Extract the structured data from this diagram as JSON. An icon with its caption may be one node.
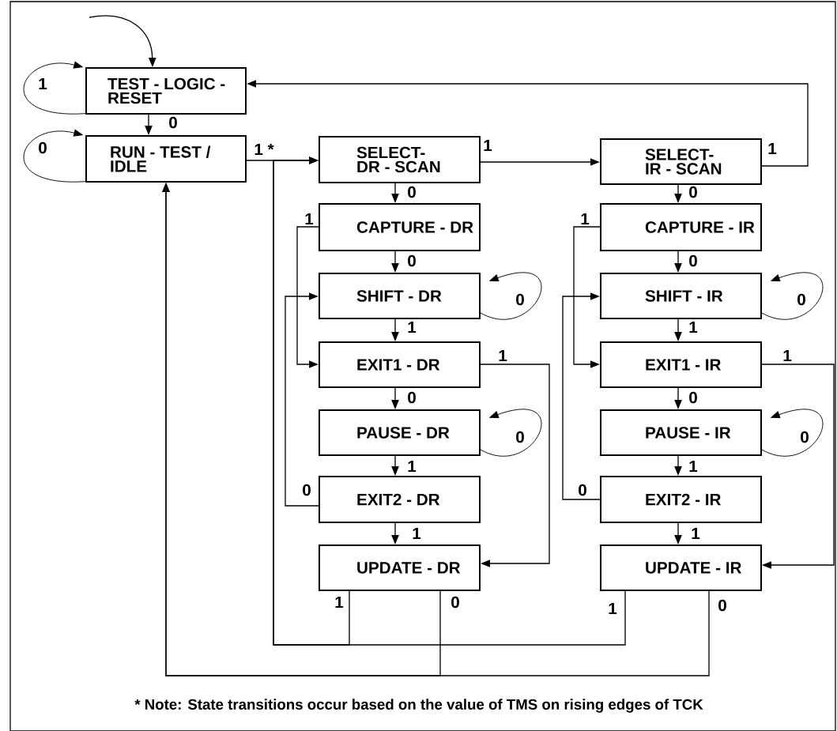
{
  "diagram": {
    "nodes": [
      {
        "text": [
          "TEST - LOGIC - RESET"
        ]
      },
      {
        "text": [
          "RUN - TEST / IDLE"
        ]
      },
      {
        "text": [
          "SELECT- DR - SCAN"
        ]
      },
      {
        "text": [
          "CAPTURE - DR"
        ]
      },
      {
        "text": [
          "SHIFT - DR"
        ]
      },
      {
        "text": [
          "EXIT1 - DR"
        ]
      },
      {
        "text": [
          "PAUSE - DR"
        ]
      },
      {
        "text": [
          "EXIT2 - DR"
        ]
      },
      {
        "text": [
          "UPDATE - DR"
        ]
      },
      {
        "text": [
          "SELECT- IR - SCAN"
        ]
      },
      {
        "text": [
          "CAPTURE - IR"
        ]
      },
      {
        "text": [
          "SHIFT - IR"
        ]
      },
      {
        "text": [
          "EXIT1 - IR"
        ]
      },
      {
        "text": [
          "PAUSE - IR"
        ]
      },
      {
        "text": [
          "EXIT2 - IR"
        ]
      },
      {
        "text": [
          "UPDATE - IR"
        ]
      }
    ],
    "edges": [
      {
        "from": null,
        "to": 0,
        "arrow": "to"
      },
      {
        "from": 0,
        "to": 0,
        "label": "1",
        "arrow": "to"
      },
      {
        "from": 0,
        "to": 1,
        "label": "0",
        "arrow": "to"
      },
      {
        "from": 1,
        "to": 1,
        "label": "0",
        "arrow": "to"
      },
      {
        "from": 1,
        "to": 2,
        "label": "1 *",
        "arrow": "to"
      },
      {
        "from": 2,
        "to": 9,
        "label": "1",
        "arrow": "to"
      },
      {
        "from": 9,
        "to": 0,
        "label": "1",
        "arrow": "to"
      },
      {
        "from": 2,
        "to": 3,
        "label": "0",
        "arrow": "to"
      },
      {
        "from": 3,
        "to": 4,
        "label": "0",
        "arrow": "to"
      },
      {
        "from": 3,
        "to": 5,
        "label": "1",
        "arrow": "to"
      },
      {
        "from": 4,
        "to": 4,
        "label": "0",
        "arrow": "to"
      },
      {
        "from": 4,
        "to": 5,
        "label": "1",
        "arrow": "to"
      },
      {
        "from": 5,
        "to": 6,
        "label": "0",
        "arrow": "to"
      },
      {
        "from": 5,
        "to": 8,
        "label": "1",
        "arrow": "to"
      },
      {
        "from": 6,
        "to": 6,
        "label": "0",
        "arrow": "to"
      },
      {
        "from": 6,
        "to": 7,
        "label": "1",
        "arrow": "to"
      },
      {
        "from": 7,
        "to": 4,
        "label": "0",
        "arrow": "to"
      },
      {
        "from": 7,
        "to": 8,
        "label": "1",
        "arrow": "to"
      },
      {
        "from": 8,
        "to": 2,
        "label": "1",
        "arrow": "to"
      },
      {
        "from": 8,
        "to": 1,
        "label": "0",
        "arrow": "to"
      },
      {
        "from": 9,
        "to": 10,
        "label": "0",
        "arrow": "to"
      },
      {
        "from": 10,
        "to": 11,
        "label": "0",
        "arrow": "to"
      },
      {
        "from": 10,
        "to": 12,
        "label": "1",
        "arrow": "to"
      },
      {
        "from": 11,
        "to": 11,
        "label": "0",
        "arrow": "to"
      },
      {
        "from": 11,
        "to": 12,
        "label": "1",
        "arrow": "to"
      },
      {
        "from": 12,
        "to": 13,
        "label": "0",
        "arrow": "to"
      },
      {
        "from": 12,
        "to": 15,
        "label": "1",
        "arrow": "to"
      },
      {
        "from": 13,
        "to": 13,
        "label": "0",
        "arrow": "to"
      },
      {
        "from": 13,
        "to": 14,
        "label": "1",
        "arrow": "to"
      },
      {
        "from": 14,
        "to": 11,
        "label": "0",
        "arrow": "to"
      },
      {
        "from": 14,
        "to": 15,
        "label": "1",
        "arrow": "to"
      },
      {
        "from": 15,
        "to": 2,
        "label": "1",
        "arrow": "to"
      },
      {
        "from": 15,
        "to": 1,
        "label": "0",
        "arrow": "to"
      }
    ],
    "labels": [
      "* Note: State transitions occur based on the value of TMS on rising edges of TCK"
    ]
  }
}
